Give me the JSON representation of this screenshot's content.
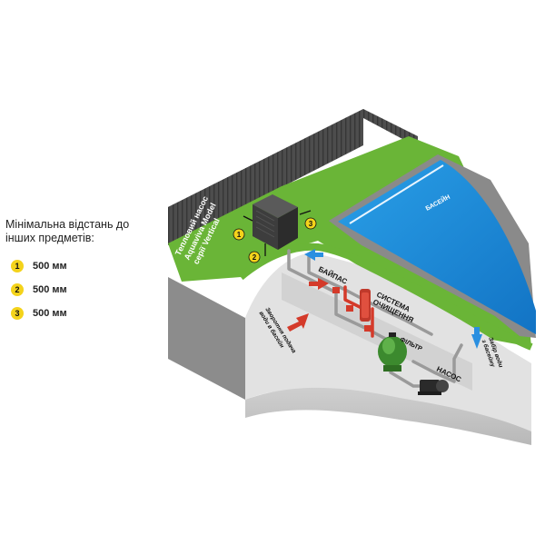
{
  "legend": {
    "title": "Мінімальна відстань до інших предметів:",
    "items": [
      {
        "badge": "1",
        "distance": "500 мм"
      },
      {
        "badge": "2",
        "distance": "500 мм"
      },
      {
        "badge": "3",
        "distance": "500 мм"
      }
    ]
  },
  "diagram": {
    "heat_pump_line1": "Тепловий насос",
    "heat_pump_line2": "Aquaviva Model",
    "heat_pump_line3": "серії Vertical",
    "pool": "БАСЕЙН",
    "bypass": "БАЙПАС",
    "cleaning_line1": "СИСТЕМА",
    "cleaning_line2": "ОЧИЩЕННЯ",
    "filter": "ФІЛЬТР",
    "pump": "НАСОС",
    "return_line1": "Зворотня подача",
    "return_line2": "води в басейн",
    "intake_line1": "Забір води",
    "intake_line2": "з басейну",
    "markers": [
      "1",
      "2",
      "3"
    ]
  },
  "colors": {
    "grass": "#6ab537",
    "wall": "#4a4a4a",
    "pool_water": "#1b8fd9",
    "pipe": "#d43a2a",
    "marker": "#f4d31b",
    "cutaway": "#dcdcdc"
  }
}
